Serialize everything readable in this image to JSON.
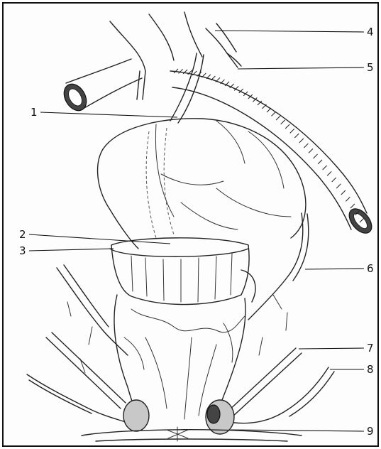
{
  "figure": {
    "labels": {
      "l1": "1",
      "l2": "2",
      "l3": "3",
      "l4": "4",
      "l5": "5",
      "l6": "6",
      "l7": "7",
      "l8": "8",
      "l9": "9"
    }
  }
}
